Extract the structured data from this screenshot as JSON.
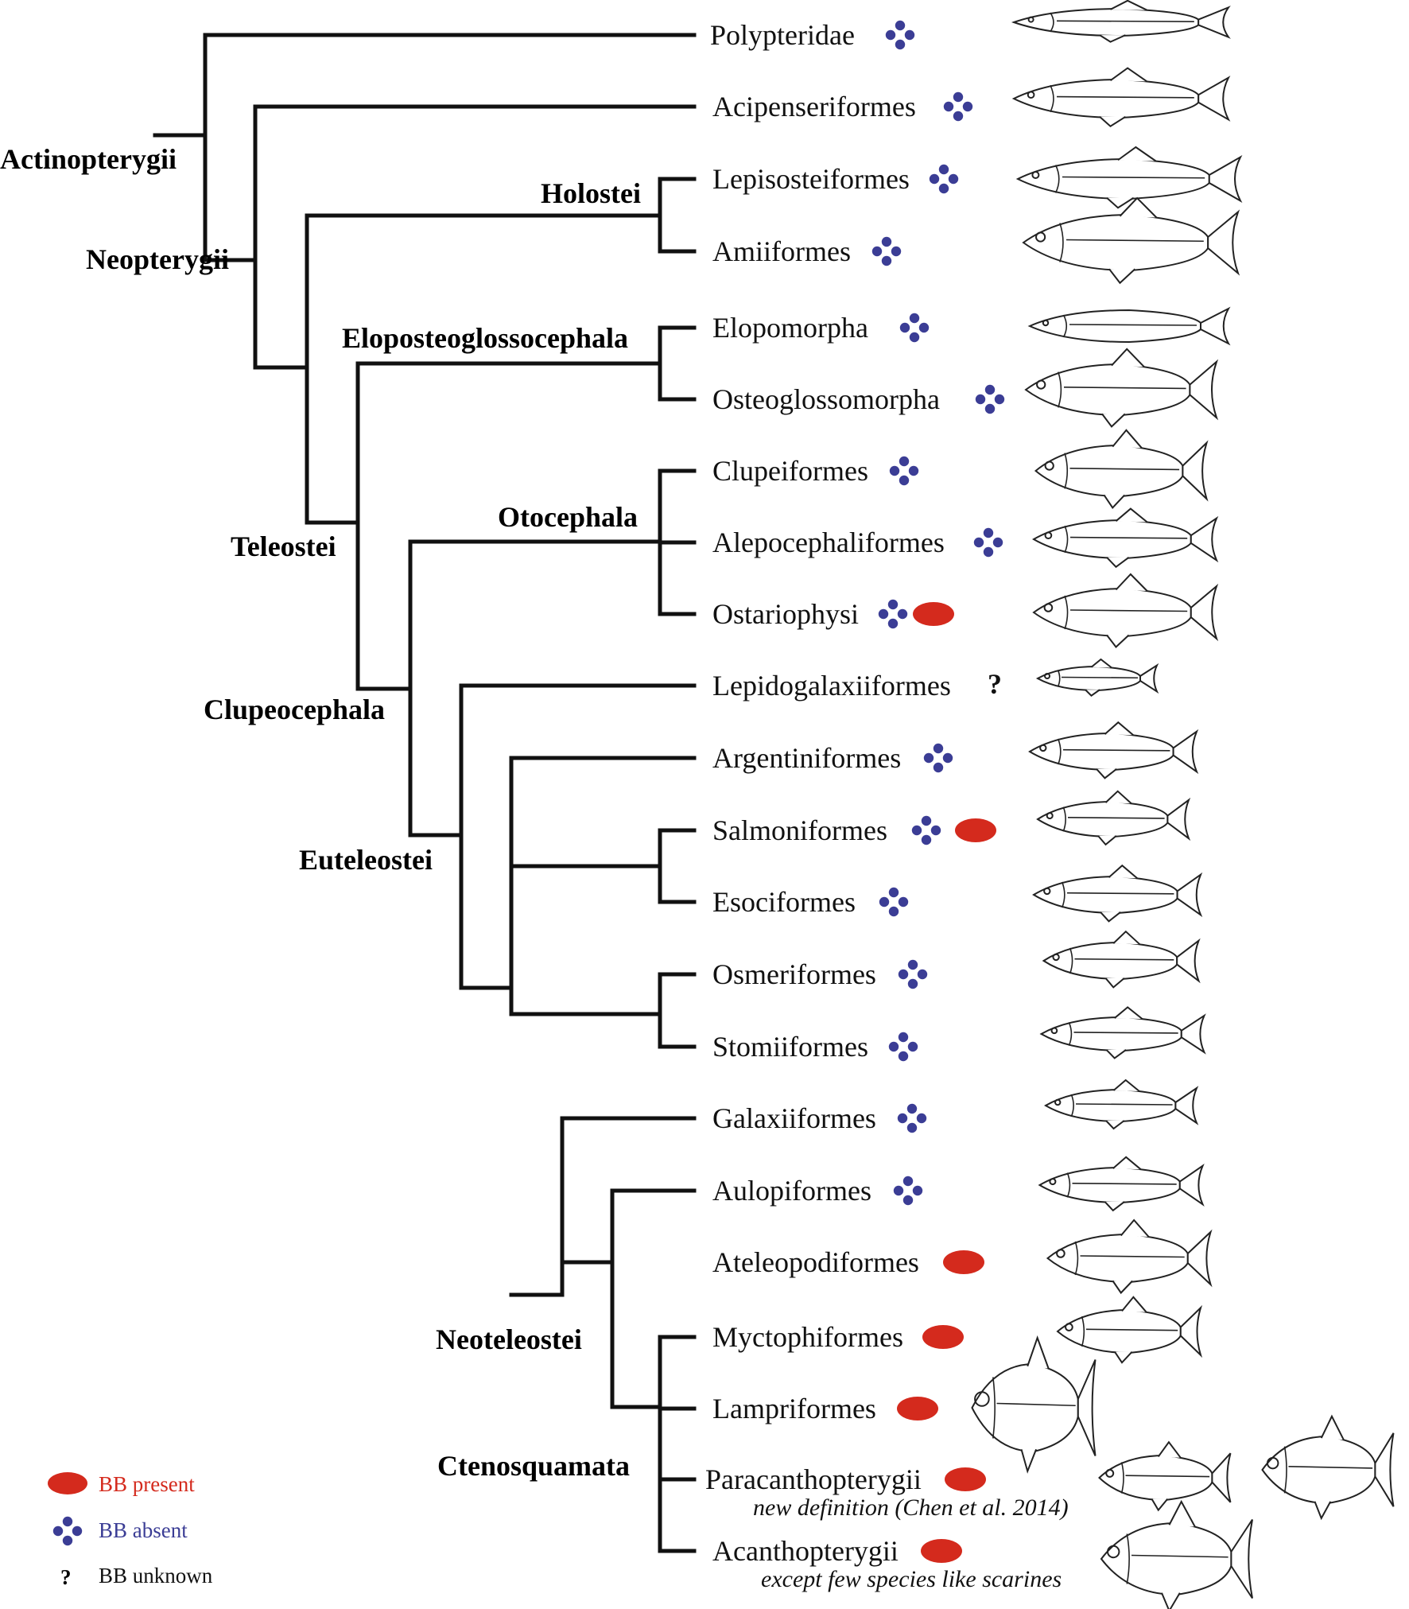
{
  "clades": [
    "Actinopterygii",
    "Neopterygii",
    "Holostei",
    "Teleostei",
    "Eloposteoglossocephala",
    "Otocephala",
    "Clupeocephala",
    "Euteleostei",
    "Neoteleostei",
    "Ctenosquamata"
  ],
  "taxa": [
    {
      "name": "Polypteridae",
      "bb": "absent"
    },
    {
      "name": "Acipenseriformes",
      "bb": "absent"
    },
    {
      "name": "Lepisosteiformes",
      "bb": "absent"
    },
    {
      "name": "Amiiformes",
      "bb": "absent"
    },
    {
      "name": "Elopomorpha",
      "bb": "absent"
    },
    {
      "name": "Osteoglossomorpha",
      "bb": "absent"
    },
    {
      "name": "Clupeiformes",
      "bb": "absent"
    },
    {
      "name": "Alepocephaliformes",
      "bb": "absent"
    },
    {
      "name": "Ostariophysi",
      "bb": "absent+present"
    },
    {
      "name": "Lepidogalaxiiformes",
      "bb": "unknown"
    },
    {
      "name": "Argentiniformes",
      "bb": "absent"
    },
    {
      "name": "Salmoniformes",
      "bb": "absent+present"
    },
    {
      "name": "Esociformes",
      "bb": "absent"
    },
    {
      "name": "Osmeriformes",
      "bb": "absent"
    },
    {
      "name": "Stomiiformes",
      "bb": "absent"
    },
    {
      "name": "Galaxiiformes",
      "bb": "absent"
    },
    {
      "name": "Aulopiformes",
      "bb": "absent"
    },
    {
      "name": "Ateleopodiformes",
      "bb": "present"
    },
    {
      "name": "Myctophiformes",
      "bb": "present"
    },
    {
      "name": "Lampriformes",
      "bb": "present"
    },
    {
      "name": "Paracanthopterygii",
      "bb": "present",
      "note": "new definition (Chen et al. 2014)"
    },
    {
      "name": "Acanthopterygii",
      "bb": "present",
      "note": "except few species like scarines"
    }
  ],
  "legend": {
    "present": "BB present",
    "absent": "BB absent",
    "unknown": "BB unknown",
    "unknown_symbol": "?"
  },
  "colors": {
    "present": "#d42a1d",
    "absent": "#3b3d95",
    "present_text": "#d42a1d",
    "absent_text": "#3b3d95",
    "line": "#111111"
  }
}
